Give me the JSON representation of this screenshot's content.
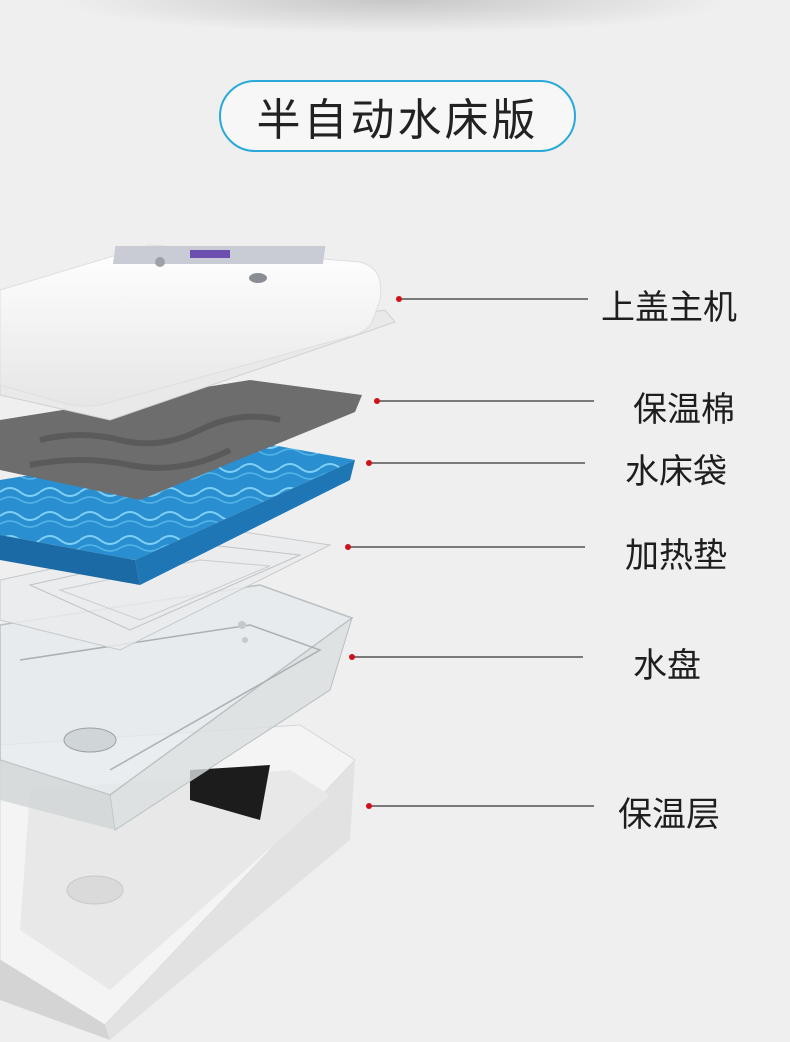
{
  "title": "半自动水床版",
  "layers": [
    {
      "key": "lid",
      "label": "上盖主机"
    },
    {
      "key": "insulation_cotton",
      "label": "保温棉"
    },
    {
      "key": "water_bed_bag",
      "label": "水床袋"
    },
    {
      "key": "heating_pad",
      "label": "加热垫"
    },
    {
      "key": "water_tray",
      "label": "水盘"
    },
    {
      "key": "insulation_layer",
      "label": "保温层"
    }
  ],
  "colors": {
    "title_border": "#29a9d8",
    "leader_dot": "#d0101a",
    "water_bag": "#2b8fcf"
  }
}
